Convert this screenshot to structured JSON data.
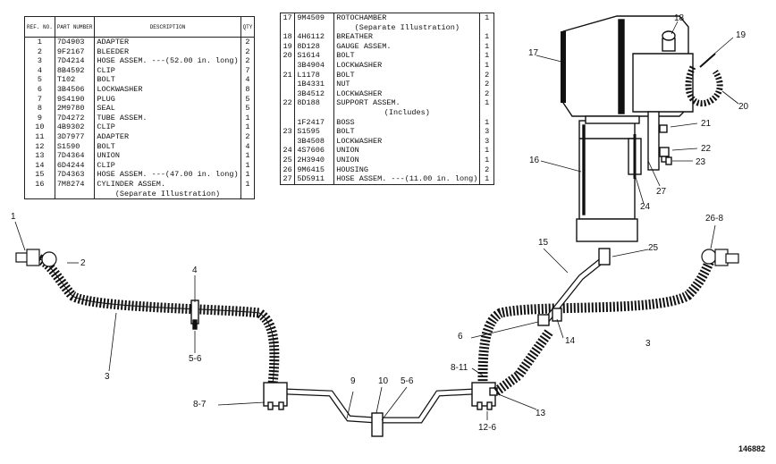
{
  "parts_table_1": {
    "headers": {
      "ref": "REF. NO.",
      "part": "PART NUMBER",
      "desc": "DESCRIPTION",
      "qty": "QTY"
    },
    "rows": [
      {
        "ref": "1",
        "part": "7D4903",
        "desc": "ADAPTER",
        "qty": "2"
      },
      {
        "ref": "2",
        "part": "9F2167",
        "desc": "BLEEDER",
        "qty": "2"
      },
      {
        "ref": "3",
        "part": "7D4214",
        "desc": "HOSE ASSEM. ---(52.00 in. long)",
        "qty": "2"
      },
      {
        "ref": "4",
        "part": "8B4592",
        "desc": "CLIP",
        "qty": "7"
      },
      {
        "ref": "5",
        "part": "T102",
        "desc": "BOLT",
        "qty": "4"
      },
      {
        "ref": "6",
        "part": "3B4506",
        "desc": "LOCKWASHER",
        "qty": "8"
      },
      {
        "ref": "7",
        "part": "9S4190",
        "desc": "PLUG",
        "qty": "5"
      },
      {
        "ref": "8",
        "part": "2M9780",
        "desc": "SEAL",
        "qty": "5"
      },
      {
        "ref": "9",
        "part": "7D4272",
        "desc": "TUBE ASSEM.",
        "qty": "1"
      },
      {
        "ref": "10",
        "part": "4B9302",
        "desc": "CLIP",
        "qty": "1"
      },
      {
        "ref": "11",
        "part": "3D7977",
        "desc": "ADAPTER",
        "qty": "2"
      },
      {
        "ref": "12",
        "part": "S1590",
        "desc": "BOLT",
        "qty": "4"
      },
      {
        "ref": "13",
        "part": "7D4364",
        "desc": "UNION",
        "qty": "1"
      },
      {
        "ref": "14",
        "part": "6D4244",
        "desc": "CLIP",
        "qty": "1"
      },
      {
        "ref": "15",
        "part": "7D4363",
        "desc": "HOSE ASSEM. ---(47.00 in. long)",
        "qty": "1"
      },
      {
        "ref": "16",
        "part": "7M8274",
        "desc": "CYLINDER ASSEM.",
        "qty": "1"
      },
      {
        "ref": "",
        "part": "",
        "desc": "(Separate Illustration)",
        "qty": ""
      }
    ]
  },
  "parts_table_2": {
    "rows": [
      {
        "ref": "17",
        "part": "9M4509",
        "desc": "ROTOCHAMBER",
        "qty": "1"
      },
      {
        "ref": "",
        "part": "",
        "desc": "(Separate Illustration)",
        "qty": ""
      },
      {
        "ref": "18",
        "part": "4H6112",
        "desc": "BREATHER",
        "qty": "1"
      },
      {
        "ref": "19",
        "part": "8D128",
        "desc": "GAUGE ASSEM.",
        "qty": "1"
      },
      {
        "ref": "20",
        "part": "S1614",
        "desc": "BOLT",
        "qty": "1"
      },
      {
        "ref": "",
        "part": "3B4904",
        "desc": "LOCKWASHER",
        "qty": "1"
      },
      {
        "ref": "21",
        "part": "L1178",
        "desc": "BOLT",
        "qty": "2"
      },
      {
        "ref": "",
        "part": "1B4331",
        "desc": "NUT",
        "qty": "2"
      },
      {
        "ref": "",
        "part": "3B4512",
        "desc": "LOCKWASHER",
        "qty": "2"
      },
      {
        "ref": "22",
        "part": "8D188",
        "desc": "SUPPORT ASSEM.",
        "qty": "1"
      },
      {
        "ref": "",
        "part": "",
        "desc": "(Includes)",
        "qty": ""
      },
      {
        "ref": "",
        "part": "1F2417",
        "desc": "BOSS",
        "qty": "1"
      },
      {
        "ref": "23",
        "part": "S1595",
        "desc": "BOLT",
        "qty": "3"
      },
      {
        "ref": "",
        "part": "3B4508",
        "desc": "LOCKWASHER",
        "qty": "3"
      },
      {
        "ref": "24",
        "part": "4S7606",
        "desc": "UNION",
        "qty": "1"
      },
      {
        "ref": "25",
        "part": "2H3940",
        "desc": "UNION",
        "qty": "1"
      },
      {
        "ref": "26",
        "part": "9M6415",
        "desc": "HOUSING",
        "qty": "2"
      },
      {
        "ref": "27",
        "part": "5D5911",
        "desc": "HOSE ASSEM. ---(11.00 in. long)",
        "qty": "1"
      }
    ]
  },
  "callouts": [
    {
      "id": "c1",
      "text": "1"
    },
    {
      "id": "c2",
      "text": "2"
    },
    {
      "id": "c3a",
      "text": "3"
    },
    {
      "id": "c3b",
      "text": "3"
    },
    {
      "id": "c4",
      "text": "4"
    },
    {
      "id": "c56a",
      "text": "5-6"
    },
    {
      "id": "c56b",
      "text": "5-6"
    },
    {
      "id": "c6",
      "text": "6"
    },
    {
      "id": "c87",
      "text": "8-7"
    },
    {
      "id": "c811",
      "text": "8-11"
    },
    {
      "id": "c9",
      "text": "9"
    },
    {
      "id": "c10",
      "text": "10"
    },
    {
      "id": "c126",
      "text": "12-6"
    },
    {
      "id": "c13",
      "text": "13"
    },
    {
      "id": "c14",
      "text": "14"
    },
    {
      "id": "c15",
      "text": "15"
    },
    {
      "id": "c16",
      "text": "16"
    },
    {
      "id": "c17",
      "text": "17"
    },
    {
      "id": "c18",
      "text": "18"
    },
    {
      "id": "c19",
      "text": "19"
    },
    {
      "id": "c20",
      "text": "20"
    },
    {
      "id": "c21",
      "text": "21"
    },
    {
      "id": "c22",
      "text": "22"
    },
    {
      "id": "c23",
      "text": "23"
    },
    {
      "id": "c24",
      "text": "24"
    },
    {
      "id": "c25",
      "text": "25"
    },
    {
      "id": "c268",
      "text": "26-8"
    },
    {
      "id": "c27",
      "text": "27"
    }
  ],
  "document_id": "146882"
}
